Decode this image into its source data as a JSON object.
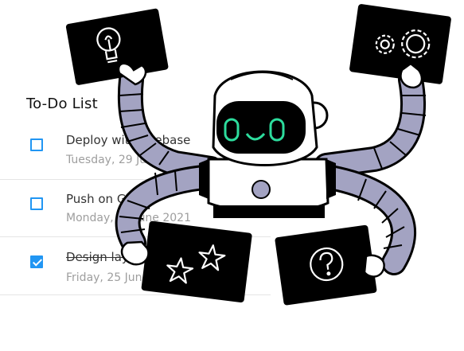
{
  "todo": {
    "title": "To-Do List",
    "tasks": [
      {
        "name": "Deploy with Firebase",
        "date": "Tuesday, 29 June 2021",
        "done": false
      },
      {
        "name": "Push on GitHub",
        "date": "Monday, 28 June 2021",
        "done": false
      },
      {
        "name": "Design layout",
        "date": "Friday, 25 June 2021",
        "done": true
      }
    ]
  },
  "colors": {
    "accent": "#2196f3",
    "robot_face": "#2ddc9d",
    "robot_arm": "#a3a3c2",
    "ink": "#000000"
  },
  "icons": [
    "lightbulb-icon",
    "gears-icon",
    "stars-icon",
    "question-icon",
    "checkmark-icon"
  ]
}
